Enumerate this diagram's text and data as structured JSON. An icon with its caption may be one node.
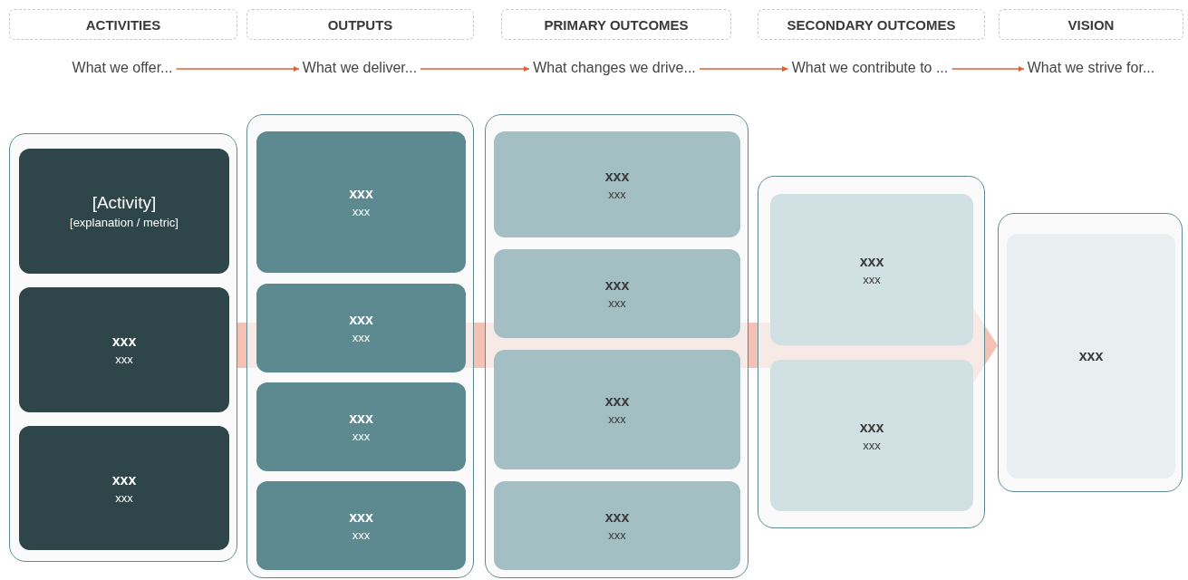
{
  "diagram": {
    "nodes": [
      {
        "text": [
          "ACTIVITIES"
        ]
      },
      {
        "text": [
          "OUTPUTS"
        ]
      },
      {
        "text": [
          "PRIMARY OUTCOMES"
        ]
      },
      {
        "text": [
          "SECONDARY OUTCOMES"
        ]
      },
      {
        "text": [
          "VISION"
        ]
      },
      {
        "text": [
          "What we offer..."
        ]
      },
      {
        "text": [
          "What we deliver..."
        ]
      },
      {
        "text": [
          "What changes we drive..."
        ]
      },
      {
        "text": [
          "What we contribute to ..."
        ]
      },
      {
        "text": [
          "What we strive for..."
        ]
      },
      {
        "text": [],
        "shape": "box"
      },
      {
        "text": [
          "[Activity]",
          "[explanation / metric]"
        ],
        "in": 10
      },
      {
        "text": [
          "xxx",
          "xxx"
        ],
        "in": 10
      },
      {
        "text": [
          "xxx",
          "xxx"
        ],
        "in": 10
      },
      {
        "text": [],
        "shape": "box"
      },
      {
        "text": [
          "xxx",
          "xxx"
        ],
        "in": 14
      },
      {
        "text": [
          "xxx",
          "xxx"
        ],
        "in": 14
      },
      {
        "text": [
          "xxx",
          "xxx"
        ],
        "in": 14
      },
      {
        "text": [
          "xxx",
          "xxx"
        ],
        "in": 14
      },
      {
        "text": [],
        "shape": "box"
      },
      {
        "text": [
          "xxx",
          "xxx"
        ],
        "in": 19
      },
      {
        "text": [
          "xxx",
          "xxx"
        ],
        "in": 19
      },
      {
        "text": [
          "xxx",
          "xxx"
        ],
        "in": 19
      },
      {
        "text": [
          "xxx",
          "xxx"
        ],
        "in": 19
      },
      {
        "text": [],
        "shape": "box"
      },
      {
        "text": [
          "xxx",
          "xxx"
        ],
        "in": 24
      },
      {
        "text": [
          "xxx",
          "xxx"
        ],
        "in": 24
      },
      {
        "text": [],
        "shape": "box"
      },
      {
        "text": [
          "xxx"
        ],
        "in": 27
      }
    ],
    "edges": [
      {
        "from": 10,
        "to": 27,
        "arrow": "to",
        "style": "thick",
        "color": "#f2b7a8"
      },
      {
        "from": 5,
        "to": 6,
        "arrow": "to"
      },
      {
        "from": 6,
        "to": 7,
        "arrow": "to"
      },
      {
        "from": 7,
        "to": 8,
        "arrow": "to"
      },
      {
        "from": 8,
        "to": 9,
        "arrow": "to"
      }
    ]
  }
}
